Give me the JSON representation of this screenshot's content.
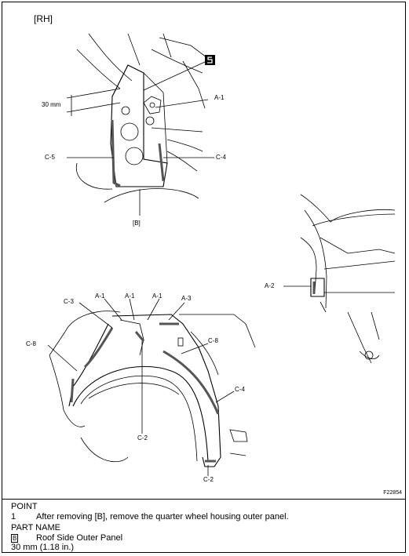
{
  "figure": {
    "side_label": "[RH]",
    "dimension_label": "30 mm",
    "callouts": [
      "A-1",
      "C-5",
      "C-4",
      "[B]",
      "A-2",
      "C-3",
      "A-1",
      "A-1",
      "A-1",
      "A-3",
      "C-8",
      "C-8",
      "C-4",
      "C-2",
      "C-2"
    ],
    "figure_number": "F22854"
  },
  "notes": {
    "point_heading": "POINT",
    "point_items": [
      {
        "number": "1",
        "text": "After removing [B], remove the quarter wheel housing outer panel."
      }
    ],
    "part_name_heading": "PART NAME",
    "part_items": [
      {
        "code": "B",
        "name": "Roof Side Outer Panel"
      }
    ],
    "dimension_note": "30 mm (1.18 in.)"
  }
}
